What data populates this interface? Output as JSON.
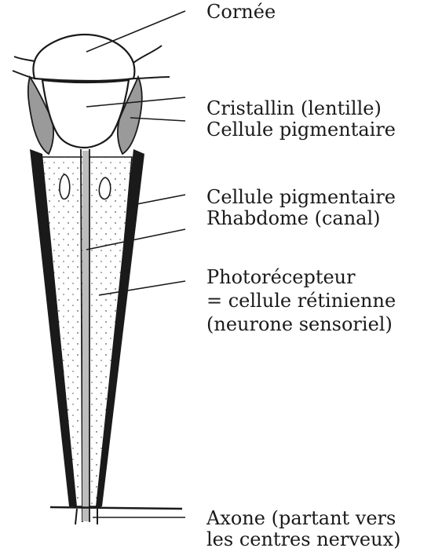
{
  "labels": {
    "cornee": "Cornée",
    "cristallin": "Cristallin (lentille)",
    "cellule_pigmentaire_1": "Cellule pigmentaire",
    "cellule_pigmentaire_2": "Cellule pigmentaire",
    "rhabdome": "Rhabdome (canal)",
    "photorecepteur": [
      "Photorécepteur",
      "= cellule rétinienne",
      "(neurone sensoriel)"
    ],
    "axone": [
      "Axone (partant vers",
      "les centres nerveux)"
    ]
  },
  "colors": {
    "ink": "#1a1a1a",
    "pigment": "#9a9a9a",
    "background": "#ffffff"
  }
}
